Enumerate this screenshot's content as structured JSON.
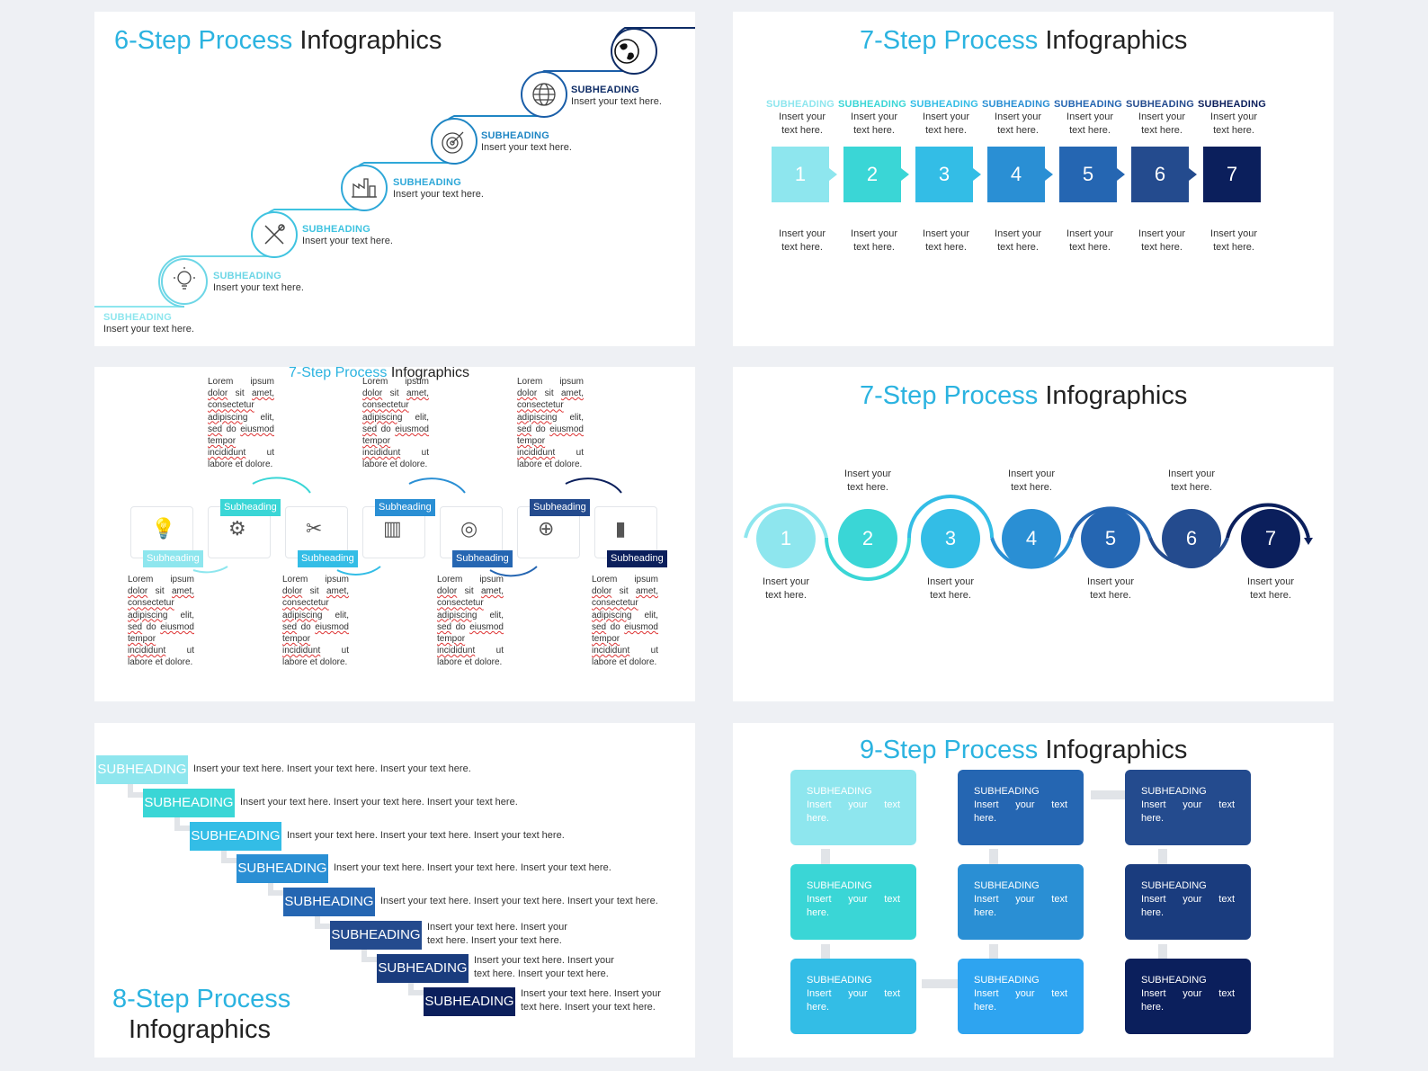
{
  "slide1": {
    "title_accent": "6-Step Process",
    "title_rest": "Infographics",
    "steps": [
      {
        "heading": "SUBHEADING",
        "text": "Insert your text here.",
        "icon": "bulb-icon",
        "color": "#6dd6e6"
      },
      {
        "heading": "SUBHEADING",
        "text": "Insert your text here.",
        "icon": "tools-icon",
        "color": "#3fc3e0"
      },
      {
        "heading": "SUBHEADING",
        "text": "Insert your text here.",
        "icon": "factory-icon",
        "color": "#2fa8d8"
      },
      {
        "heading": "SUBHEADING",
        "text": "Insert your text here.",
        "icon": "target-icon",
        "color": "#1f86c4"
      },
      {
        "heading": "SUBHEADING",
        "text": "Insert your text here.",
        "icon": "globe-icon",
        "color": "#1a5ea8"
      },
      {
        "heading": "",
        "text": "",
        "icon": "earth-icon",
        "color": "#0e2c66"
      }
    ],
    "bottom": {
      "heading": "SUBHEADING",
      "text": "Insert your text here."
    }
  },
  "slide2": {
    "title_accent": "7-Step Process",
    "title_rest": "Infographics",
    "steps": [
      {
        "num": "1",
        "heading": "SUBHEADING",
        "top": "Insert your text here.",
        "bottom": "Insert your text here.",
        "color": "#8ee6ee"
      },
      {
        "num": "2",
        "heading": "SUBHEADING",
        "top": "Insert your text here.",
        "bottom": "Insert your text here.",
        "color": "#3ad6d6"
      },
      {
        "num": "3",
        "heading": "SUBHEADING",
        "top": "Insert your text here.",
        "bottom": "Insert your text here.",
        "color": "#33bde6"
      },
      {
        "num": "4",
        "heading": "SUBHEADING",
        "top": "Insert your text here.",
        "bottom": "Insert your text here.",
        "color": "#2a8fd4"
      },
      {
        "num": "5",
        "heading": "SUBHEADING",
        "top": "Insert your text here.",
        "bottom": "Insert your text here.",
        "color": "#2566b2"
      },
      {
        "num": "6",
        "heading": "SUBHEADING",
        "top": "Insert your text here.",
        "bottom": "Insert your text here.",
        "color": "#244b8e"
      },
      {
        "num": "7",
        "heading": "SUBHEADING",
        "top": "Insert your text here.",
        "bottom": "Insert your text here.",
        "color": "#0b1f5c"
      }
    ]
  },
  "slide3": {
    "title_accent": "7-Step Process",
    "title_rest": "Infographics",
    "lorem_words": [
      "Lorem",
      "ipsum",
      "dolor",
      "sit",
      "amet,",
      "consectetur",
      "adipiscing",
      "elit,",
      "sed",
      "do",
      "eiusmod",
      "tempor",
      "incididunt",
      "ut",
      "labore",
      "et",
      "dolore."
    ],
    "steps": [
      {
        "label": "Subheading",
        "icon": "bulb-icon",
        "color": "#8ee6ee"
      },
      {
        "label": "Subheading",
        "icon": "brain-icon",
        "color": "#3ad6d6"
      },
      {
        "label": "Subheading",
        "icon": "tools-icon",
        "color": "#33bde6"
      },
      {
        "label": "Subheading",
        "icon": "factory-icon",
        "color": "#2a8fd4"
      },
      {
        "label": "Subheading",
        "icon": "target-icon",
        "color": "#2566b2"
      },
      {
        "label": "Subheading",
        "icon": "globe-icon",
        "color": "#244b8e"
      },
      {
        "label": "Subheading",
        "icon": "chart-icon",
        "color": "#0b1f5c"
      }
    ]
  },
  "slide4": {
    "title_accent": "7-Step Process",
    "title_rest": "Infographics",
    "steps": [
      {
        "num": "1",
        "text": "Insert your text here.",
        "color": "#8ee6ee"
      },
      {
        "num": "2",
        "text": "Insert your text here.",
        "color": "#3ad6d6"
      },
      {
        "num": "3",
        "text": "Insert your text here.",
        "color": "#33bde6"
      },
      {
        "num": "4",
        "text": "Insert your text here.",
        "color": "#2a8fd4"
      },
      {
        "num": "5",
        "text": "Insert your text here.",
        "color": "#2566b2"
      },
      {
        "num": "6",
        "text": "Insert your text here.",
        "color": "#244b8e"
      },
      {
        "num": "7",
        "text": "Insert your text here.",
        "color": "#0b1f5c"
      }
    ]
  },
  "slide5": {
    "title_line1": "8-Step Process",
    "title_line2": "Infographics",
    "steps": [
      {
        "label": "SUBHEADING",
        "text": "Insert your text here. Insert your text here. Insert your text here.",
        "color": "#8ee6ee"
      },
      {
        "label": "SUBHEADING",
        "text": "Insert your text here. Insert your text here. Insert your text here.",
        "color": "#3ad6d6"
      },
      {
        "label": "SUBHEADING",
        "text": "Insert your text here. Insert your text here. Insert your text here.",
        "color": "#33bde6"
      },
      {
        "label": "SUBHEADING",
        "text": "Insert your text here. Insert your text here. Insert your text here.",
        "color": "#2a8fd4"
      },
      {
        "label": "SUBHEADING",
        "text": "Insert your text here. Insert your text here. Insert your text here.",
        "color": "#2566b2"
      },
      {
        "label": "SUBHEADING",
        "text": "Insert your text here. Insert your text here. Insert your text here.",
        "color": "#244b8e"
      },
      {
        "label": "SUBHEADING",
        "text": "Insert your text here. Insert your text here. Insert your text here.",
        "color": "#1a3c7e"
      },
      {
        "label": "SUBHEADING",
        "text": "Insert your text here. Insert your text here. Insert your text here.",
        "color": "#0b1f5c"
      }
    ]
  },
  "slide6": {
    "title_accent": "9-Step Process",
    "title_rest": "Infographics",
    "boxes": [
      {
        "heading": "SUBHEADING",
        "w1": "Insert",
        "w2": "your",
        "w3": "text",
        "w4": "here.",
        "color": "#8ee6ee"
      },
      {
        "heading": "SUBHEADING",
        "w1": "Insert",
        "w2": "your",
        "w3": "text",
        "w4": "here.",
        "color": "#2566b2"
      },
      {
        "heading": "SUBHEADING",
        "w1": "Insert",
        "w2": "your",
        "w3": "text",
        "w4": "here.",
        "color": "#244b8e"
      },
      {
        "heading": "SUBHEADING",
        "w1": "Insert",
        "w2": "your",
        "w3": "text",
        "w4": "here.",
        "color": "#3ad6d6"
      },
      {
        "heading": "SUBHEADING",
        "w1": "Insert",
        "w2": "your",
        "w3": "text",
        "w4": "here.",
        "color": "#2a8fd4"
      },
      {
        "heading": "SUBHEADING",
        "w1": "Insert",
        "w2": "your",
        "w3": "text",
        "w4": "here.",
        "color": "#1a3c7e"
      },
      {
        "heading": "SUBHEADING",
        "w1": "Insert",
        "w2": "your",
        "w3": "text",
        "w4": "here.",
        "color": "#33bde6"
      },
      {
        "heading": "SUBHEADING",
        "w1": "Insert",
        "w2": "your",
        "w3": "text",
        "w4": "here.",
        "color": "#2ea4f0"
      },
      {
        "heading": "SUBHEADING",
        "w1": "Insert",
        "w2": "your",
        "w3": "text",
        "w4": "here.",
        "color": "#0b1f5c"
      }
    ]
  }
}
